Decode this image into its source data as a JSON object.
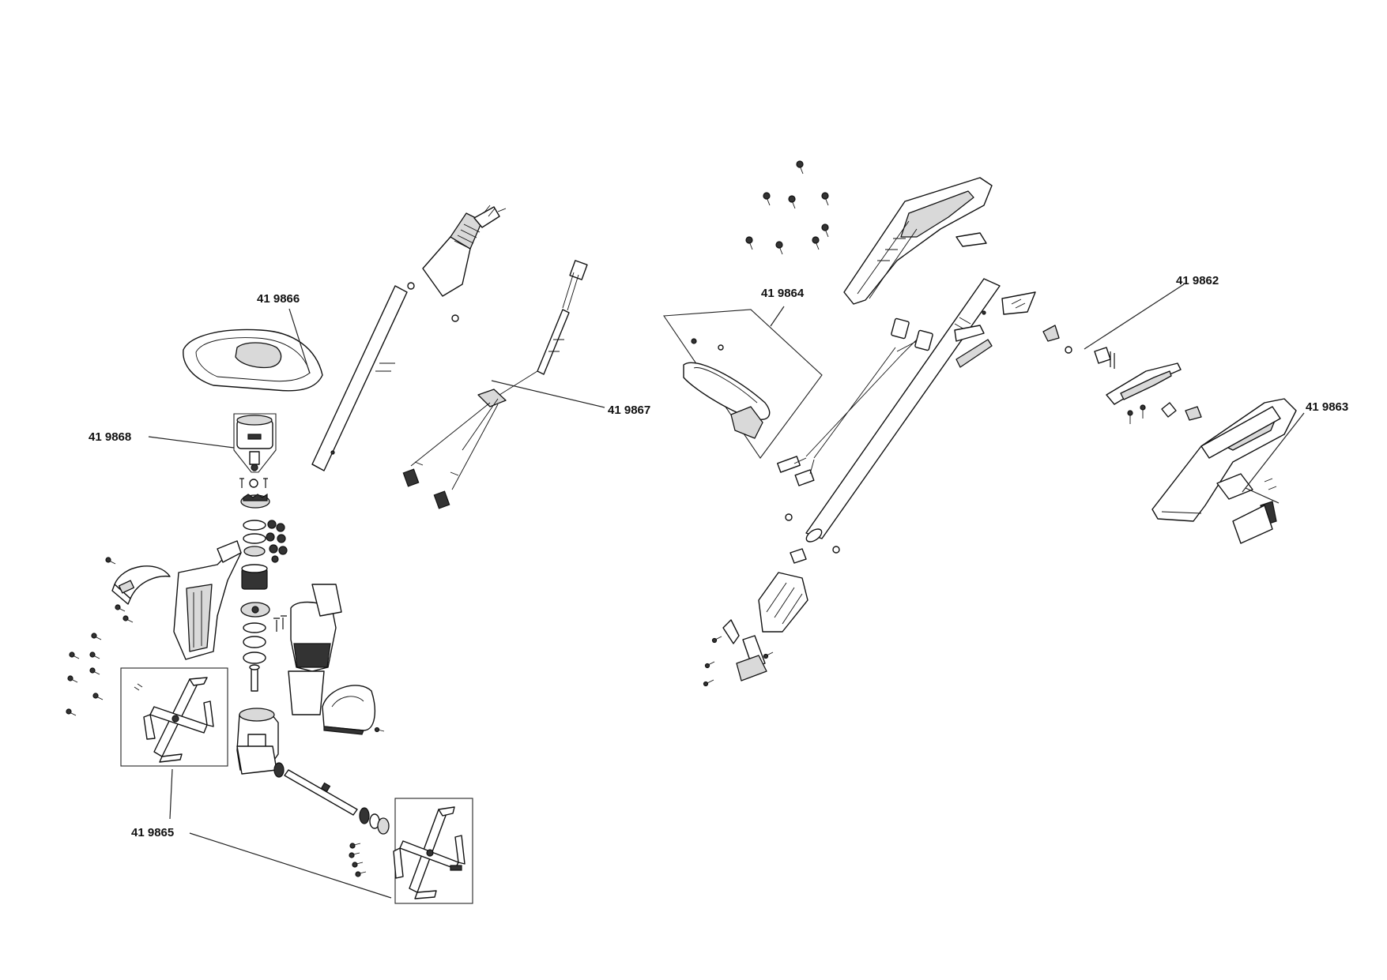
{
  "diagram": {
    "type": "exploded-parts-view",
    "part_labels": {
      "p419862": "41 9862",
      "p419863": "41 9863",
      "p419864": "41 9864",
      "p419865": "41 9865",
      "p419866": "41 9866",
      "p419867": "41 9867",
      "p419868": "41 9868"
    },
    "colors": {
      "line": "#111111",
      "part_fill": "#ffffff",
      "shade": "#d9d9d9"
    }
  }
}
